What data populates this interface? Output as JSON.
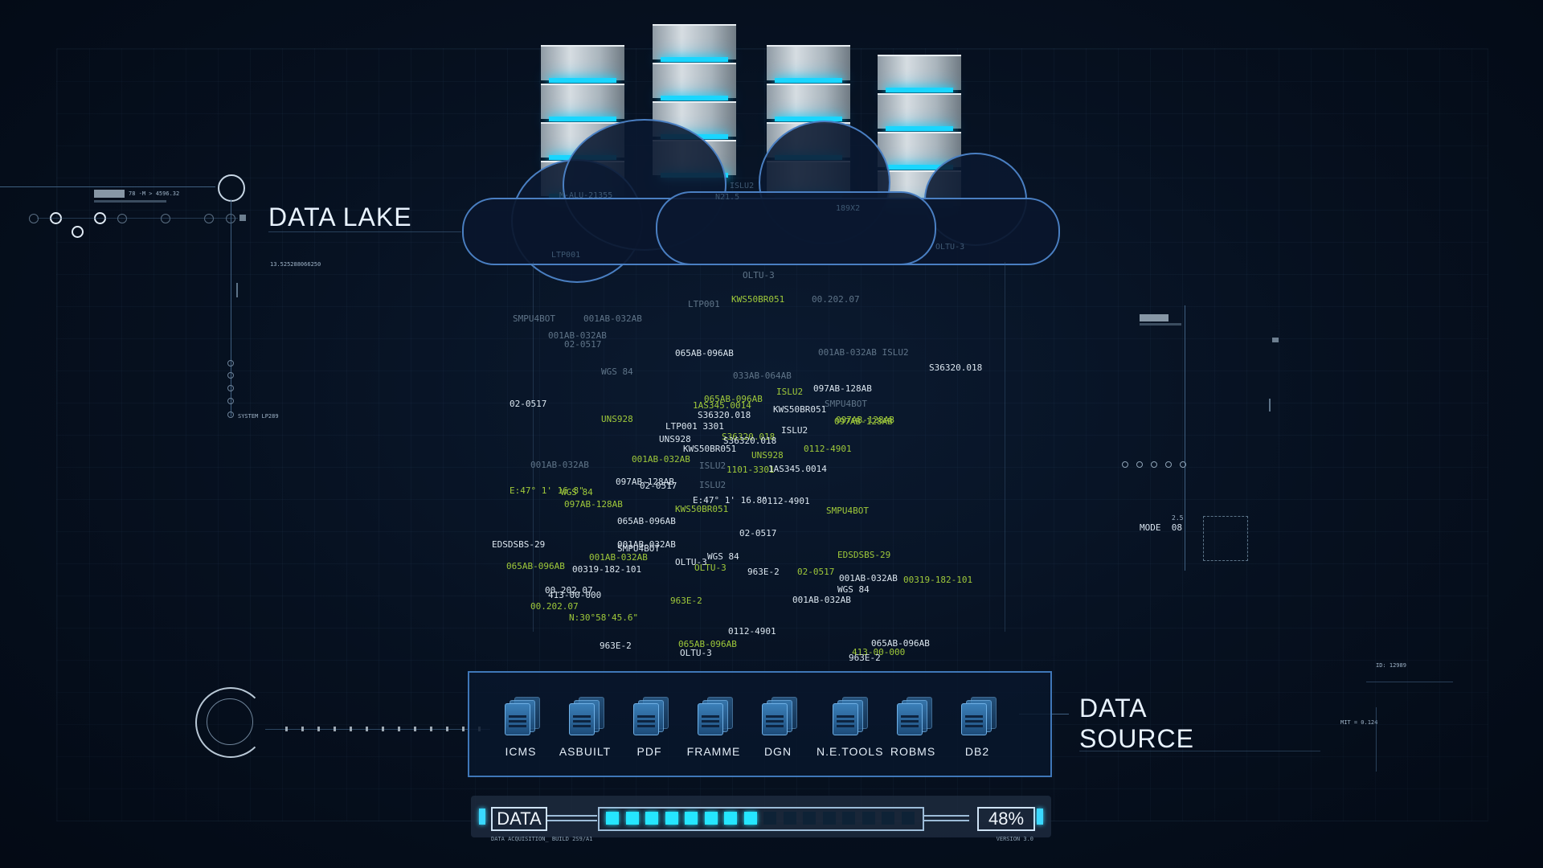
{
  "titles": {
    "data_lake": "DATA LAKE",
    "data_source_line1": "DATA",
    "data_source_line2": "SOURCE"
  },
  "hud_left": {
    "readout_top": "78 -M > 4596.32",
    "readout_value": "13.525288066250",
    "system_label": "SYSTEM  LP289"
  },
  "hud_right": {
    "mode_label": "MODE",
    "mode_value": "08",
    "mode_small": "2.5",
    "id_label": "ID: 12989",
    "mit_label": "MIT = 0.124"
  },
  "cloud_labels": [
    "M-ALU-21355",
    "ISLU2",
    "N21.5",
    "189X2",
    "LTP001",
    "OLTU-3"
  ],
  "data_codes": [
    {
      "t": "OLTU-3",
      "c": "dim"
    },
    {
      "t": "KWS50BR051",
      "c": "green"
    },
    {
      "t": "00.202.07",
      "c": "dim"
    },
    {
      "t": "SMPU4BOT",
      "c": "dim"
    },
    {
      "t": "001AB-032AB",
      "c": "dim"
    },
    {
      "t": "LTP001",
      "c": "dim"
    },
    {
      "t": "001AB-032AB",
      "c": "dim"
    },
    {
      "t": "02-0517",
      "c": "dim"
    },
    {
      "t": "065AB-096AB",
      "c": "white"
    },
    {
      "t": "001AB-032AB ISLU2",
      "c": "dim"
    },
    {
      "t": "S36320.018",
      "c": "white"
    },
    {
      "t": "WGS 84",
      "c": "dim"
    },
    {
      "t": "033AB-064AB",
      "c": "dim"
    },
    {
      "t": "ISLU2",
      "c": "green"
    },
    {
      "t": "097AB-128AB",
      "c": "white"
    },
    {
      "t": "02-0517",
      "c": "white"
    },
    {
      "t": "065AB-096AB",
      "c": "green"
    },
    {
      "t": "1AS345.0014",
      "c": "green"
    },
    {
      "t": "KWS50BR051",
      "c": "white"
    },
    {
      "t": "SMPU4BOT",
      "c": "dim"
    },
    {
      "t": "S36320.018",
      "c": "white"
    },
    {
      "t": "UNS928",
      "c": "green"
    },
    {
      "t": "097AB-128AB",
      "c": "green"
    },
    {
      "t": "LTP001 3301",
      "c": "white"
    },
    {
      "t": "ISLU2",
      "c": "white"
    },
    {
      "t": "S36320.018",
      "c": "green"
    },
    {
      "t": "UNS928",
      "c": "white"
    },
    {
      "t": "S36320.018",
      "c": "white"
    },
    {
      "t": "KWS50BR051",
      "c": "white"
    },
    {
      "t": "0112-4901",
      "c": "green"
    },
    {
      "t": "UNS928",
      "c": "green"
    },
    {
      "t": "097AB-128AB",
      "c": "green"
    },
    {
      "t": "001AB-032AB",
      "c": "green"
    },
    {
      "t": "001AB-032AB",
      "c": "dim"
    },
    {
      "t": "ISLU2",
      "c": "dim"
    },
    {
      "t": "1101-3301",
      "c": "green"
    },
    {
      "t": "1AS345.0014",
      "c": "white"
    },
    {
      "t": "097AB-128AB",
      "c": "white"
    },
    {
      "t": "ISLU2",
      "c": "dim"
    },
    {
      "t": "02-0517",
      "c": "white"
    },
    {
      "t": "E:47° 1' 16.8\"",
      "c": "green"
    },
    {
      "t": "WGS 84",
      "c": "green"
    },
    {
      "t": "097AB-128AB",
      "c": "green"
    },
    {
      "t": "E:47° 1' 16.8\"",
      "c": "white"
    },
    {
      "t": "0112-4901",
      "c": "white"
    },
    {
      "t": "KWS50BR051",
      "c": "green"
    },
    {
      "t": "SMPU4BOT",
      "c": "green"
    },
    {
      "t": "065AB-096AB",
      "c": "white"
    },
    {
      "t": "02-0517",
      "c": "white"
    },
    {
      "t": "EDSDSBS-29",
      "c": "white"
    },
    {
      "t": "001AB-032AB",
      "c": "white"
    },
    {
      "t": "SMPU4BOT",
      "c": "white"
    },
    {
      "t": "EDSDSBS-29",
      "c": "green"
    },
    {
      "t": "001AB-032AB",
      "c": "green"
    },
    {
      "t": "OLTU-3",
      "c": "white"
    },
    {
      "t": "WGS 84",
      "c": "white"
    },
    {
      "t": "065AB-096AB",
      "c": "green"
    },
    {
      "t": "00319-182-101",
      "c": "white"
    },
    {
      "t": "OLTU-3",
      "c": "green"
    },
    {
      "t": "963E-2",
      "c": "white"
    },
    {
      "t": "02-0517",
      "c": "green"
    },
    {
      "t": "001AB-032AB",
      "c": "white"
    },
    {
      "t": "00319-182-101",
      "c": "green"
    },
    {
      "t": "00.202.07",
      "c": "white"
    },
    {
      "t": "WGS 84",
      "c": "white"
    },
    {
      "t": "413-00-000",
      "c": "white"
    },
    {
      "t": "963E-2",
      "c": "green"
    },
    {
      "t": "001AB-032AB",
      "c": "white"
    },
    {
      "t": "00.202.07",
      "c": "green"
    },
    {
      "t": "N:30°58'45.6\"",
      "c": "green"
    },
    {
      "t": "0112-4901",
      "c": "white"
    },
    {
      "t": "963E-2",
      "c": "white"
    },
    {
      "t": "065AB-096AB",
      "c": "green"
    },
    {
      "t": "065AB-096AB",
      "c": "white"
    },
    {
      "t": "OLTU-3",
      "c": "white"
    },
    {
      "t": "413-00-000",
      "c": "green"
    },
    {
      "t": "963E-2",
      "c": "white"
    }
  ],
  "data_sources": [
    {
      "label": "ICMS",
      "icon": "document-stack-icon"
    },
    {
      "label": "ASBUILT",
      "icon": "document-stack-icon"
    },
    {
      "label": "PDF",
      "icon": "document-stack-icon"
    },
    {
      "label": "FRAMME",
      "icon": "document-stack-icon"
    },
    {
      "label": "DGN",
      "icon": "document-stack-icon"
    },
    {
      "label": "N.E.TOOLS",
      "icon": "document-stack-icon"
    },
    {
      "label": "ROBMS",
      "icon": "document-stack-icon"
    },
    {
      "label": "DB2",
      "icon": "document-stack-icon"
    }
  ],
  "progress": {
    "label": "DATA",
    "percent_text": "48%",
    "value": 0.48,
    "segments_total": 16,
    "segments_on": 8,
    "footer_left": "DATA ACQUISITION_ BUILD 2S9/A1",
    "footer_right": "VERSION 3.0"
  },
  "colors": {
    "background": "#06101f",
    "accent_cyan": "#25e6ff",
    "code_green": "#9fc93a",
    "panel_border": "#3f77b8"
  }
}
